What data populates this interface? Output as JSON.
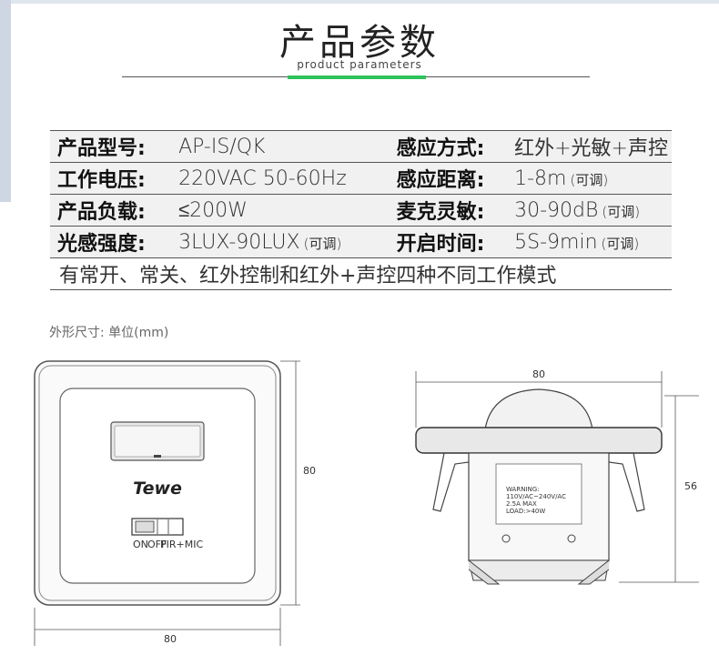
{
  "header": {
    "title": "产品参数",
    "subtitle": "product parameters"
  },
  "specs": {
    "rows": [
      {
        "label1": "产品型号:",
        "value1": "AP-IS/QK",
        "note1": "",
        "label2": "感应方式:",
        "value2": "红外+光敏+声控",
        "note2": ""
      },
      {
        "label1": "工作电压:",
        "value1": "220VAC 50-60Hz",
        "note1": "",
        "label2": "感应距离:",
        "value2": "1-8m",
        "note2": "(可调)"
      },
      {
        "label1": "产品负载:",
        "value1": "≤200W",
        "note1": "",
        "label2": "麦克灵敏:",
        "value2": "30-90dB",
        "note2": "(可调)"
      },
      {
        "label1": "光感强度:",
        "value1": "3LUX-90LUX",
        "note1": "(可调)",
        "label2": "开启时间:",
        "value2": "5S-9min",
        "note2": "(可调)"
      }
    ],
    "note": "有常开、常关、红外控制和红外+声控四种不同工作模式"
  },
  "dimensions": {
    "label": "外形尺寸: 单位(mm)",
    "front": {
      "width": "80",
      "height": "80",
      "brand": "Tewe",
      "switch_labels": [
        "ON",
        "OFF",
        "PIR+MIC"
      ]
    },
    "side": {
      "width": "80",
      "height": "56",
      "warning": [
        "WARNING:",
        "110V/AC~240V/AC",
        "2.5A MAX",
        "LOAD:>40W"
      ]
    }
  }
}
